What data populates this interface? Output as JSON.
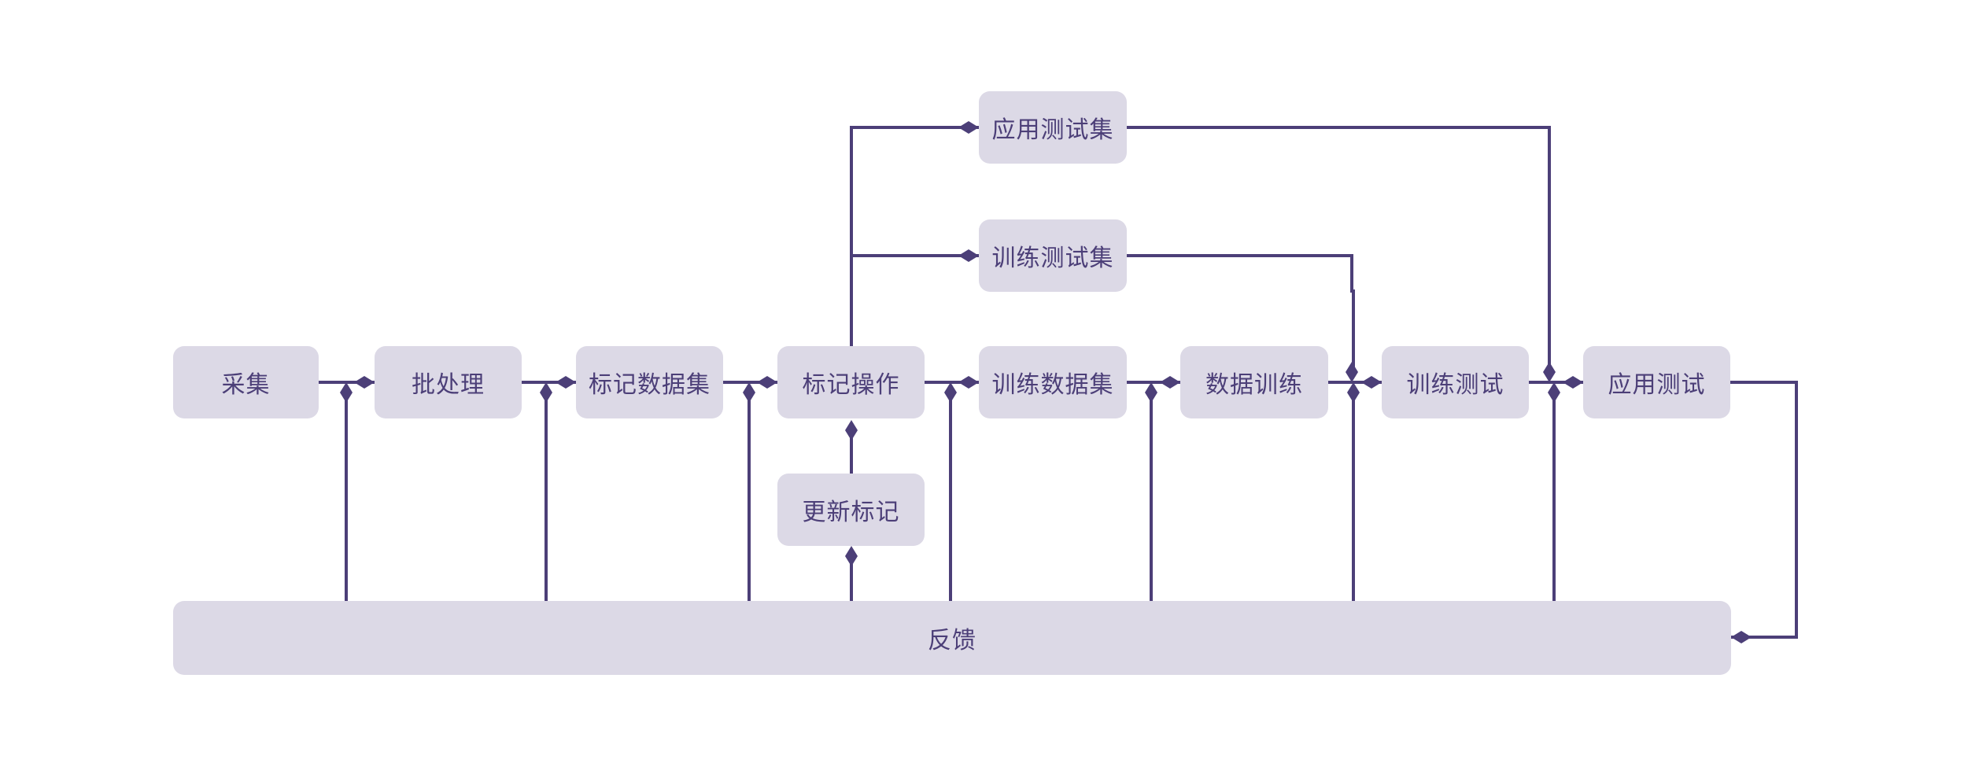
{
  "colors": {
    "box_fill": "#dcd9e6",
    "line": "#4c3f78",
    "text": "#4c3f78",
    "background": "#ffffff"
  },
  "nodes": {
    "collect": "采集",
    "batch": "批处理",
    "labeled_dataset": "标记数据集",
    "label_op": "标记操作",
    "update_label": "更新标记",
    "train_dataset": "训练数据集",
    "data_training": "数据训练",
    "train_test": "训练测试",
    "app_test": "应用测试",
    "train_test_set": "训练测试集",
    "app_test_set": "应用测试集",
    "feedback": "反馈"
  },
  "edges": [
    {
      "from": "采集",
      "to": "批处理"
    },
    {
      "from": "批处理",
      "to": "标记数据集"
    },
    {
      "from": "标记数据集",
      "to": "标记操作"
    },
    {
      "from": "标记操作",
      "to": "训练数据集"
    },
    {
      "from": "训练数据集",
      "to": "数据训练"
    },
    {
      "from": "数据训练",
      "to": "训练测试"
    },
    {
      "from": "训练测试",
      "to": "应用测试"
    },
    {
      "from": "标记操作",
      "to": "训练测试集"
    },
    {
      "from": "标记操作",
      "to": "应用测试集"
    },
    {
      "from": "训练测试集",
      "to": "训练测试"
    },
    {
      "from": "应用测试集",
      "to": "应用测试"
    },
    {
      "from": "更新标记",
      "to": "标记操作"
    },
    {
      "from": "反馈",
      "to": "更新标记"
    },
    {
      "from": "应用测试",
      "to": "反馈"
    },
    {
      "from": "反馈",
      "to": "批处理"
    },
    {
      "from": "反馈",
      "to": "标记数据集"
    },
    {
      "from": "反馈",
      "to": "标记操作"
    },
    {
      "from": "反馈",
      "to": "训练数据集"
    },
    {
      "from": "反馈",
      "to": "数据训练"
    },
    {
      "from": "反馈",
      "to": "训练测试"
    },
    {
      "from": "反馈",
      "to": "应用测试"
    }
  ]
}
